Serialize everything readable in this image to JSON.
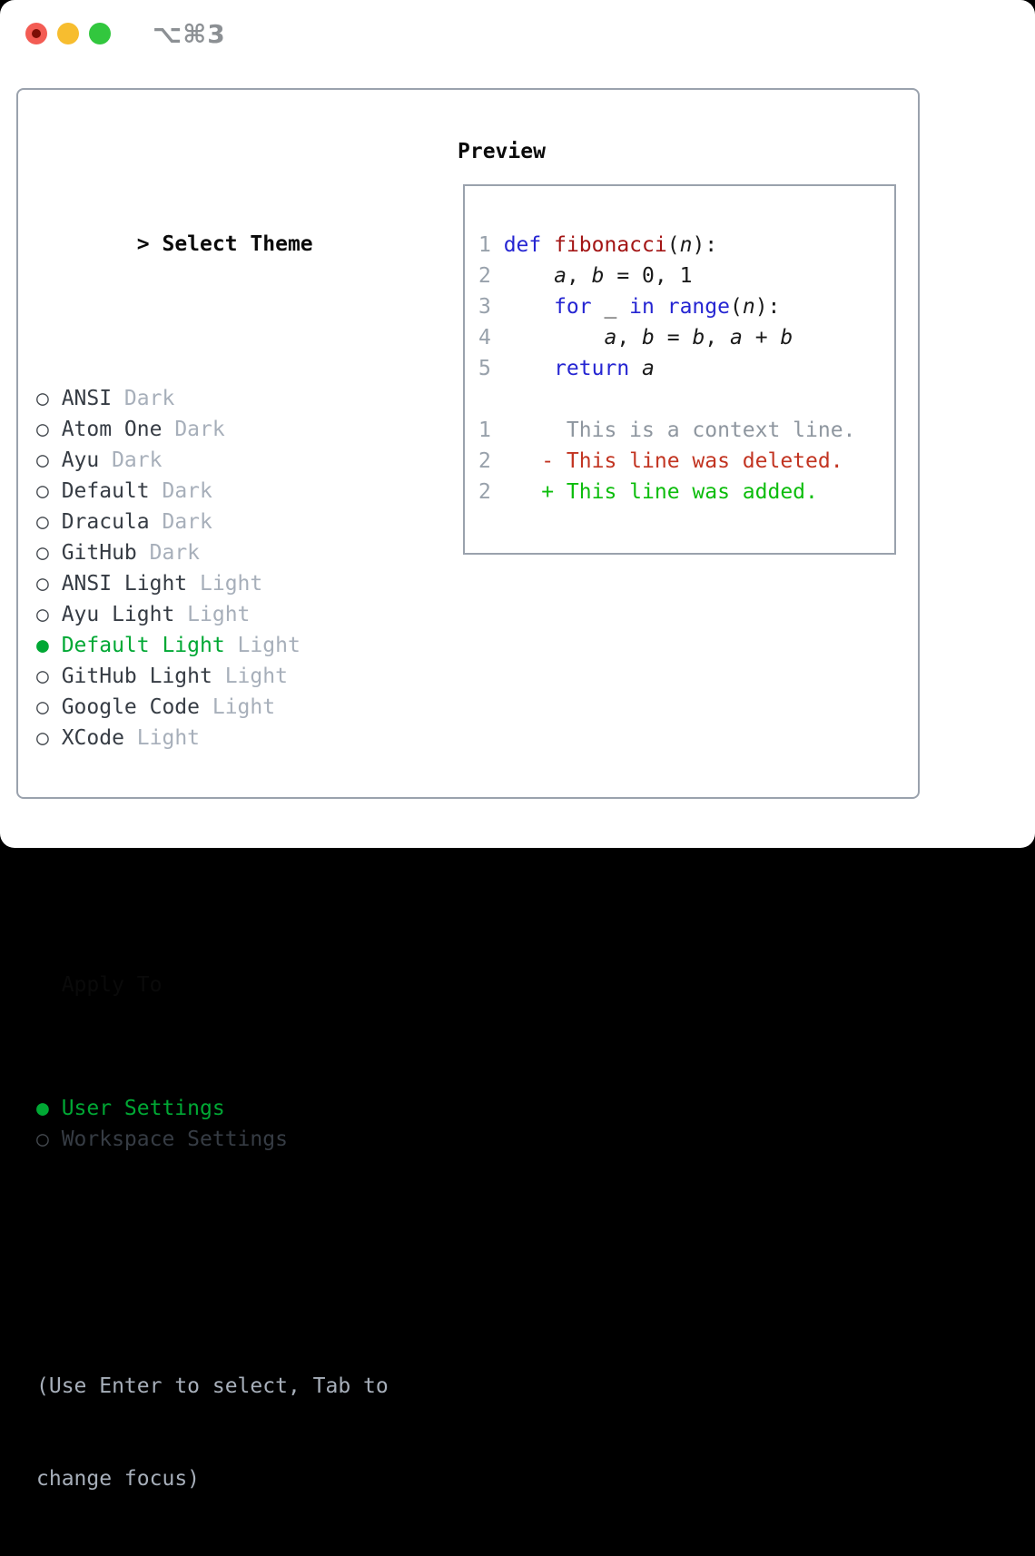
{
  "window": {
    "title": "⌥⌘3",
    "traffic_lights": [
      "close",
      "minimize",
      "zoom"
    ]
  },
  "select_theme": {
    "prompt": ">",
    "title": "Select Theme",
    "marker_unselected": "○",
    "marker_selected": "●",
    "items": [
      {
        "name": "ANSI",
        "variant": "Dark",
        "selected": false
      },
      {
        "name": "Atom One",
        "variant": "Dark",
        "selected": false
      },
      {
        "name": "Ayu",
        "variant": "Dark",
        "selected": false
      },
      {
        "name": "Default",
        "variant": "Dark",
        "selected": false
      },
      {
        "name": "Dracula",
        "variant": "Dark",
        "selected": false
      },
      {
        "name": "GitHub",
        "variant": "Dark",
        "selected": false
      },
      {
        "name": "ANSI Light",
        "variant": "Light",
        "selected": false
      },
      {
        "name": "Ayu Light",
        "variant": "Light",
        "selected": false
      },
      {
        "name": "Default Light",
        "variant": "Light",
        "selected": true
      },
      {
        "name": "GitHub Light",
        "variant": "Light",
        "selected": false
      },
      {
        "name": "Google Code",
        "variant": "Light",
        "selected": false
      },
      {
        "name": "XCode",
        "variant": "Light",
        "selected": false
      }
    ]
  },
  "apply_to": {
    "title": "Apply To",
    "options": [
      {
        "name": "User Settings",
        "selected": true
      },
      {
        "name": "Workspace Settings",
        "selected": false
      }
    ]
  },
  "hint_lines": [
    "(Use Enter to select, Tab to",
    "change focus)"
  ],
  "preview": {
    "title": "Preview",
    "code_lines": [
      {
        "num": "1",
        "segments": [
          {
            "t": "def",
            "c": "keyword"
          },
          {
            "t": " ",
            "c": "plain"
          },
          {
            "t": "fibonacci",
            "c": "function"
          },
          {
            "t": "(",
            "c": "plain"
          },
          {
            "t": "n",
            "c": "variable"
          },
          {
            "t": "):",
            "c": "plain"
          }
        ]
      },
      {
        "num": "2",
        "segments": [
          {
            "t": "    ",
            "c": "plain"
          },
          {
            "t": "a",
            "c": "variable"
          },
          {
            "t": ", ",
            "c": "plain"
          },
          {
            "t": "b",
            "c": "variable"
          },
          {
            "t": " = 0, 1",
            "c": "plain"
          }
        ]
      },
      {
        "num": "3",
        "segments": [
          {
            "t": "    ",
            "c": "plain"
          },
          {
            "t": "for",
            "c": "keyword"
          },
          {
            "t": " _ ",
            "c": "plain"
          },
          {
            "t": "in",
            "c": "keyword"
          },
          {
            "t": " ",
            "c": "plain"
          },
          {
            "t": "range",
            "c": "keyword"
          },
          {
            "t": "(",
            "c": "plain"
          },
          {
            "t": "n",
            "c": "variable"
          },
          {
            "t": "):",
            "c": "plain"
          }
        ]
      },
      {
        "num": "4",
        "segments": [
          {
            "t": "        ",
            "c": "plain"
          },
          {
            "t": "a",
            "c": "variable"
          },
          {
            "t": ", ",
            "c": "plain"
          },
          {
            "t": "b",
            "c": "variable"
          },
          {
            "t": " = ",
            "c": "plain"
          },
          {
            "t": "b",
            "c": "variable"
          },
          {
            "t": ", ",
            "c": "plain"
          },
          {
            "t": "a",
            "c": "variable"
          },
          {
            "t": " + ",
            "c": "plain"
          },
          {
            "t": "b",
            "c": "variable"
          }
        ]
      },
      {
        "num": "5",
        "segments": [
          {
            "t": "    ",
            "c": "plain"
          },
          {
            "t": "return",
            "c": "keyword"
          },
          {
            "t": " ",
            "c": "plain"
          },
          {
            "t": "a",
            "c": "variable"
          }
        ]
      },
      {
        "num": "",
        "segments": []
      },
      {
        "num": "1",
        "segments": [
          {
            "t": "     This is a context line.",
            "c": "context"
          }
        ]
      },
      {
        "num": "2",
        "segments": [
          {
            "t": "   ",
            "c": "plain"
          },
          {
            "t": "- This line was deleted.",
            "c": "deleted"
          }
        ]
      },
      {
        "num": "2",
        "segments": [
          {
            "t": "   ",
            "c": "plain"
          },
          {
            "t": "+ This line was added.",
            "c": "added"
          }
        ]
      }
    ]
  },
  "colors": {
    "page_bg": "#000000",
    "window_bg": "#ffffff",
    "border": "#9aa2ad",
    "heading": "#0a0a0a",
    "item_text": "#363c44",
    "muted": "#a7afba",
    "line_number": "#98a1ab",
    "context": "#8e969f",
    "keyword": "#2525d2",
    "function": "#a31515",
    "deleted": "#c23421",
    "added": "#0cbd0c",
    "selected": "#00a834",
    "circle": "#44494f",
    "traffic_red": "#f35c54",
    "traffic_yellow": "#f7bd2f",
    "traffic_green": "#32c73e",
    "traffic_red_dot": "#7c0e06",
    "title_gray": "#8c9094"
  }
}
